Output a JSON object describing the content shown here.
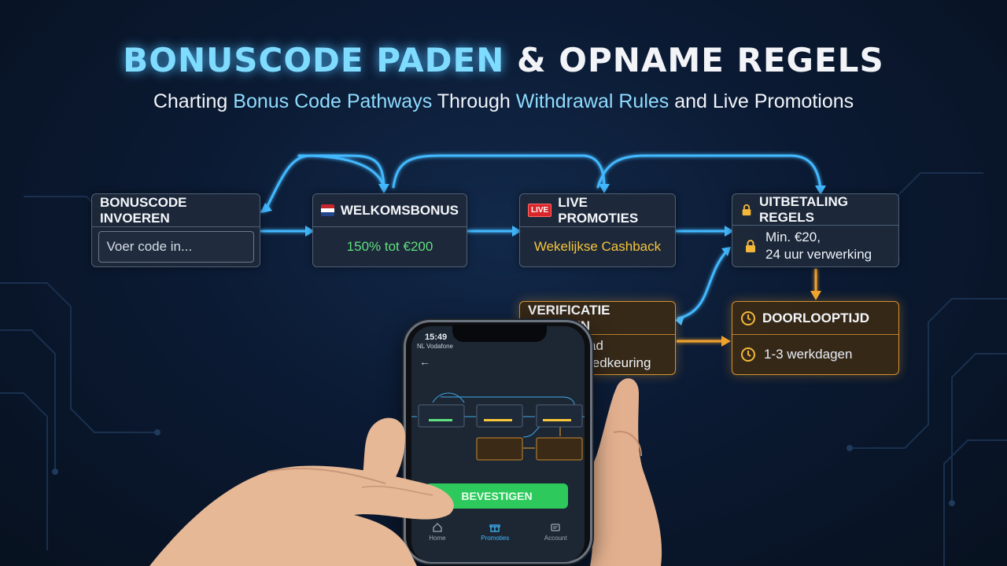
{
  "title": {
    "highlight": "BONUSCODE PADEN",
    "rest": "& OPNAME REGELS"
  },
  "subtitle": {
    "part1": "Charting ",
    "hl1": "Bonus Code Pathways",
    "part2": " Through ",
    "hl2": "Withdrawal Rules",
    "part3": " and Live Promotions"
  },
  "cards": {
    "bonuscode": {
      "title": "BONUSCODE INVOEREN",
      "placeholder": "Voer code in..."
    },
    "welkom": {
      "title": "WELKOMSBONUS",
      "value": "150% tot €200",
      "icon": "dutch-flag-icon"
    },
    "live": {
      "title": "LIVE PROMOTIES",
      "badge": "LIVE",
      "value": "Wekelijkse Cashback"
    },
    "uitbetaling": {
      "title": "UITBETALING REGELS",
      "line1": "Min. €20,",
      "line2": "24 uur verwerking",
      "icon": "lock-icon"
    },
    "verificatie": {
      "title": "VERIFICATIE STAPPEN",
      "items": [
        "ID-upload",
        "KYC-goedkeuring"
      ],
      "icon": "check-icon"
    },
    "doorloop": {
      "title": "DOORLOOPTIJD",
      "value": "1-3 werkdagen",
      "icon": "clock-icon"
    }
  },
  "phone": {
    "time": "15:49",
    "carrier": "NL Vodafone",
    "confirm_label": "BEVESTIGEN",
    "tabs": [
      {
        "label": "Home",
        "icon": "home-icon"
      },
      {
        "label": "Promoties",
        "icon": "gift-icon"
      },
      {
        "label": "Account",
        "icon": "account-icon"
      }
    ]
  },
  "colors": {
    "neon_blue": "#43b9ff",
    "orange": "#f0a32e",
    "green": "#5fe07e",
    "yellow": "#f6c53a",
    "live_red": "#d8262b"
  }
}
